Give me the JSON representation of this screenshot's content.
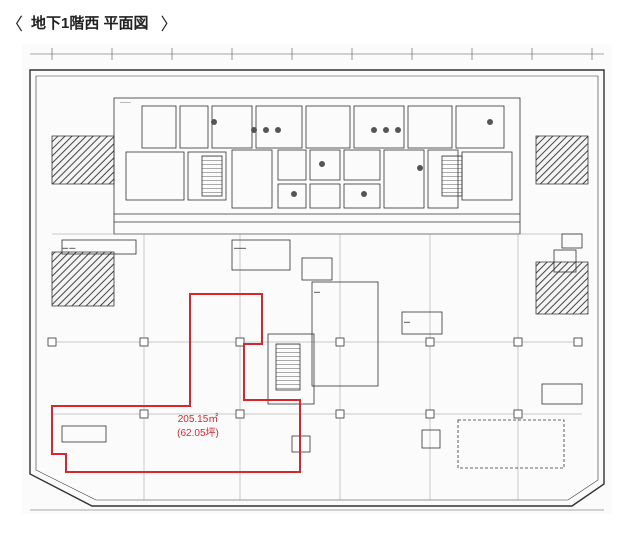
{
  "header": {
    "prev_label": "〈",
    "title": "地下1階西 平面図",
    "next_label": "〉"
  },
  "plan": {
    "area_label": "205.15㎡",
    "area_tsubo_label": "(62.05坪)",
    "highlight_color": "#d9262c"
  }
}
